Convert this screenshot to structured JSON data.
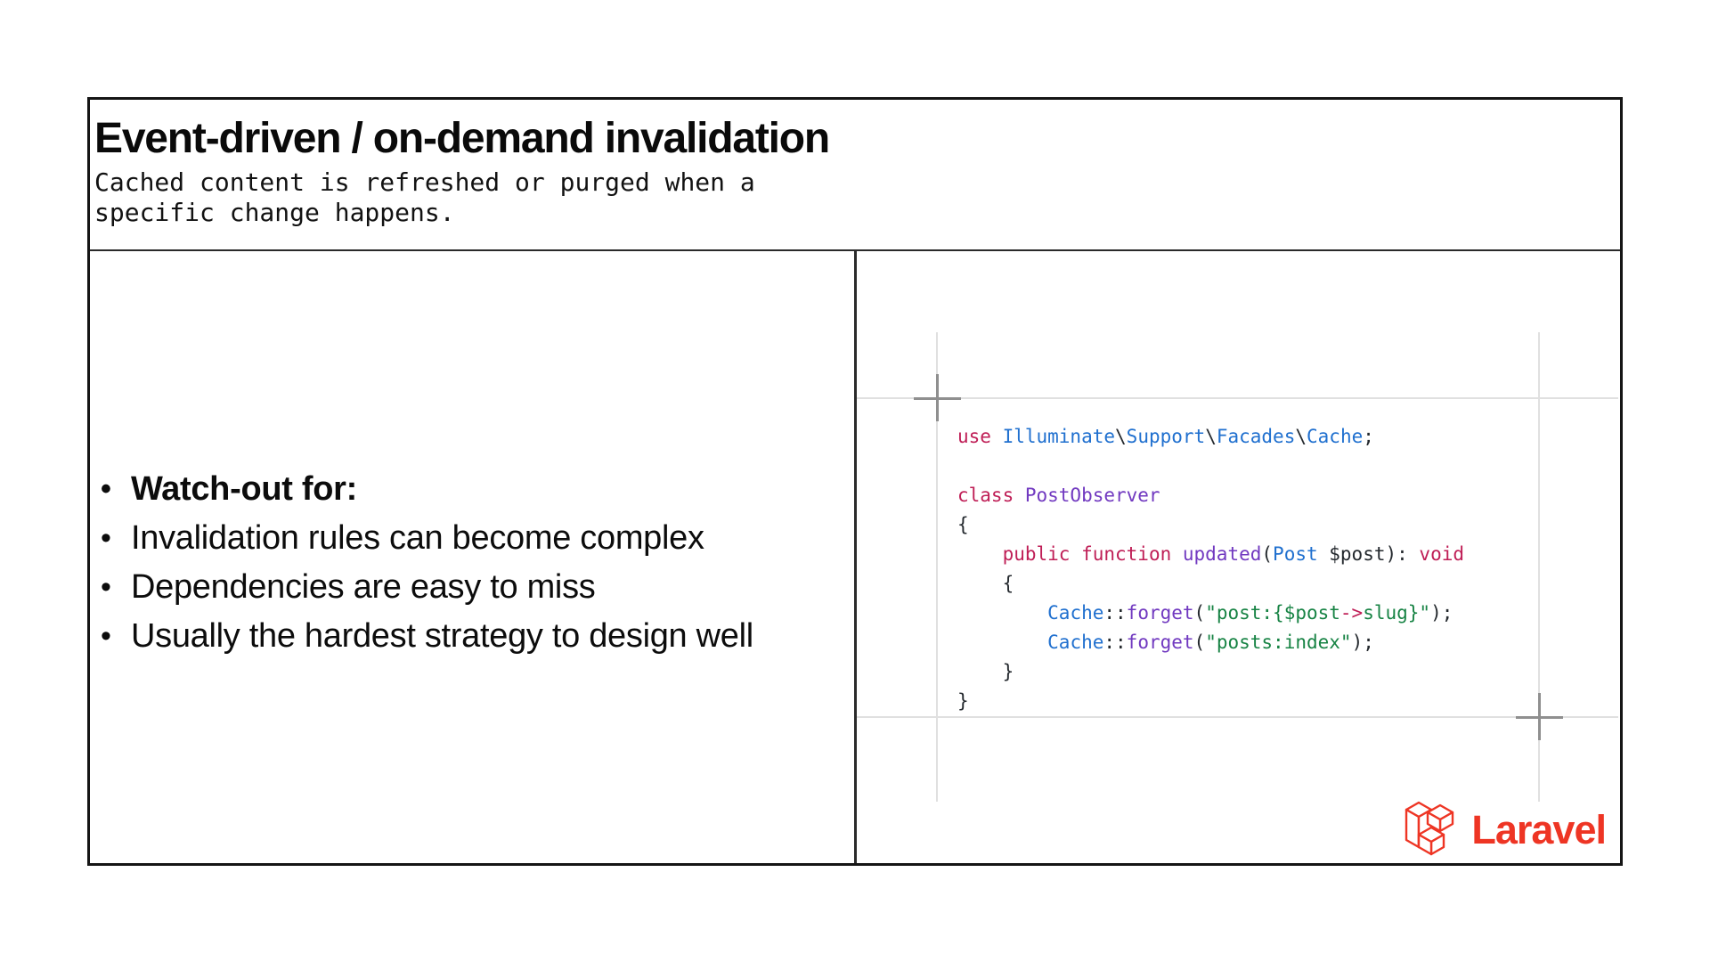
{
  "slide": {
    "title": "Event-driven / on-demand invalidation",
    "subtitle": "Cached content is refreshed or purged when a\nspecific change happens.",
    "bullets": {
      "items": [
        {
          "text": "Watch-out for:",
          "bold": true
        },
        {
          "text": "Invalidation rules can become complex",
          "bold": false
        },
        {
          "text": "Dependencies are easy to miss",
          "bold": false
        },
        {
          "text": "Usually the hardest strategy to design well",
          "bold": false
        }
      ],
      "marker": "•"
    }
  },
  "code": {
    "language": "php",
    "colors": {
      "keyword": "#bf1e56",
      "namespace": "#2070cf",
      "type": "#7139c0",
      "function": "#7139c0",
      "string": "#178344",
      "plain": "#24292e"
    },
    "lines": [
      [
        {
          "t": "use ",
          "c": "keyword"
        },
        {
          "t": "Illuminate",
          "c": "namespace"
        },
        {
          "t": "\\",
          "c": "plain"
        },
        {
          "t": "Support",
          "c": "namespace"
        },
        {
          "t": "\\",
          "c": "plain"
        },
        {
          "t": "Facades",
          "c": "namespace"
        },
        {
          "t": "\\",
          "c": "plain"
        },
        {
          "t": "Cache",
          "c": "namespace"
        },
        {
          "t": ";",
          "c": "plain"
        }
      ],
      [],
      [
        {
          "t": "class ",
          "c": "keyword"
        },
        {
          "t": "PostObserver",
          "c": "type"
        }
      ],
      [
        {
          "t": "{",
          "c": "plain"
        }
      ],
      [
        {
          "t": "    ",
          "c": "plain"
        },
        {
          "t": "public function ",
          "c": "keyword"
        },
        {
          "t": "updated",
          "c": "function"
        },
        {
          "t": "(",
          "c": "plain"
        },
        {
          "t": "Post",
          "c": "namespace"
        },
        {
          "t": " $post",
          "c": "plain"
        },
        {
          "t": "): ",
          "c": "plain"
        },
        {
          "t": "void",
          "c": "keyword"
        }
      ],
      [
        {
          "t": "    {",
          "c": "plain"
        }
      ],
      [
        {
          "t": "        ",
          "c": "plain"
        },
        {
          "t": "Cache",
          "c": "namespace"
        },
        {
          "t": "::",
          "c": "plain"
        },
        {
          "t": "forget",
          "c": "function"
        },
        {
          "t": "(",
          "c": "plain"
        },
        {
          "t": "\"post:{$post",
          "c": "string"
        },
        {
          "t": "->",
          "c": "keyword"
        },
        {
          "t": "slug}\"",
          "c": "string"
        },
        {
          "t": ");",
          "c": "plain"
        }
      ],
      [
        {
          "t": "        ",
          "c": "plain"
        },
        {
          "t": "Cache",
          "c": "namespace"
        },
        {
          "t": "::",
          "c": "plain"
        },
        {
          "t": "forget",
          "c": "function"
        },
        {
          "t": "(",
          "c": "plain"
        },
        {
          "t": "\"posts:index\"",
          "c": "string"
        },
        {
          "t": ");",
          "c": "plain"
        }
      ],
      [
        {
          "t": "    }",
          "c": "plain"
        }
      ],
      [
        {
          "t": "}",
          "c": "plain"
        }
      ]
    ]
  },
  "logo": {
    "wordmark": "Laravel",
    "brand_color": "#ee3524",
    "mark_icon": "laravel-logomark-icon"
  },
  "decorations": {
    "crosshair_icon": "crosshair-icon",
    "guide_color": "#e0e0e0",
    "border_color": "#151515"
  }
}
